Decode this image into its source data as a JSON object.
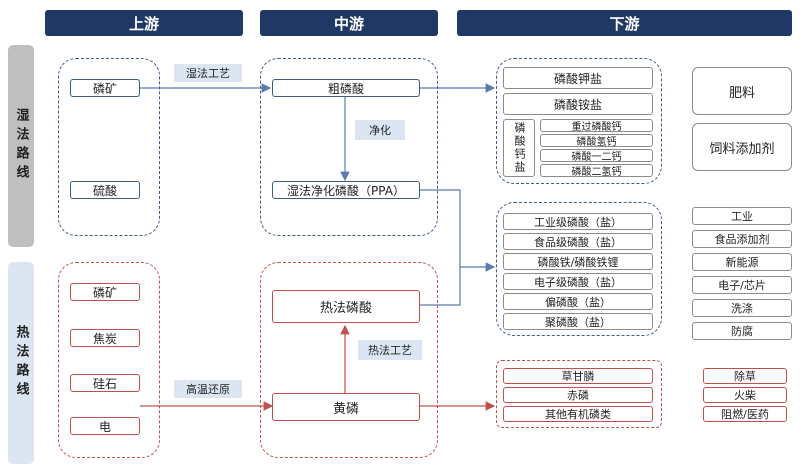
{
  "headers": {
    "upstream": "上游",
    "midstream": "中游",
    "downstream": "下游"
  },
  "routes": {
    "wet": "湿法路线",
    "thermal": "热法路线"
  },
  "wet_route": {
    "inputs": [
      "磷矿",
      "硫酸"
    ],
    "process_label": "湿法工艺",
    "crude": "粗磷酸",
    "purify_label": "净化",
    "ppa": "湿法净化磷酸（PPA）",
    "products": [
      "磷酸钾盐",
      "磷酸铵盐"
    ],
    "calcium_group_label": "磷酸钙盐",
    "calcium_products": [
      "重过磷酸钙",
      "磷酸氢钙",
      "磷酸一二钙",
      "磷酸二氢钙"
    ],
    "uses": [
      "肥料",
      "饲料添加剂"
    ]
  },
  "fine_chem": {
    "products": [
      "工业级磷酸（盐）",
      "食品级磷酸（盐）",
      "磷酸铁/磷酸铁锂",
      "电子级磷酸（盐）",
      "偏磷酸（盐）",
      "聚磷酸（盐）"
    ],
    "uses": [
      "工业",
      "食品添加剂",
      "新能源",
      "电子/芯片",
      "洗涤",
      "防腐"
    ]
  },
  "thermal_route": {
    "inputs": [
      "磷矿",
      "焦炭",
      "硅石",
      "电"
    ],
    "reduction_label": "高温还原",
    "yellow_p": "黄磷",
    "process_label": "热法工艺",
    "thermal_acid": "热法磷酸",
    "products": [
      "草甘膦",
      "赤磷",
      "其他有机磷类"
    ],
    "uses": [
      "除草",
      "火柴",
      "阻燃/医药"
    ]
  },
  "colors": {
    "header": "#1f3864",
    "blue": "#3e5a86",
    "red": "#c0504d",
    "tag": "#dce6f2"
  }
}
